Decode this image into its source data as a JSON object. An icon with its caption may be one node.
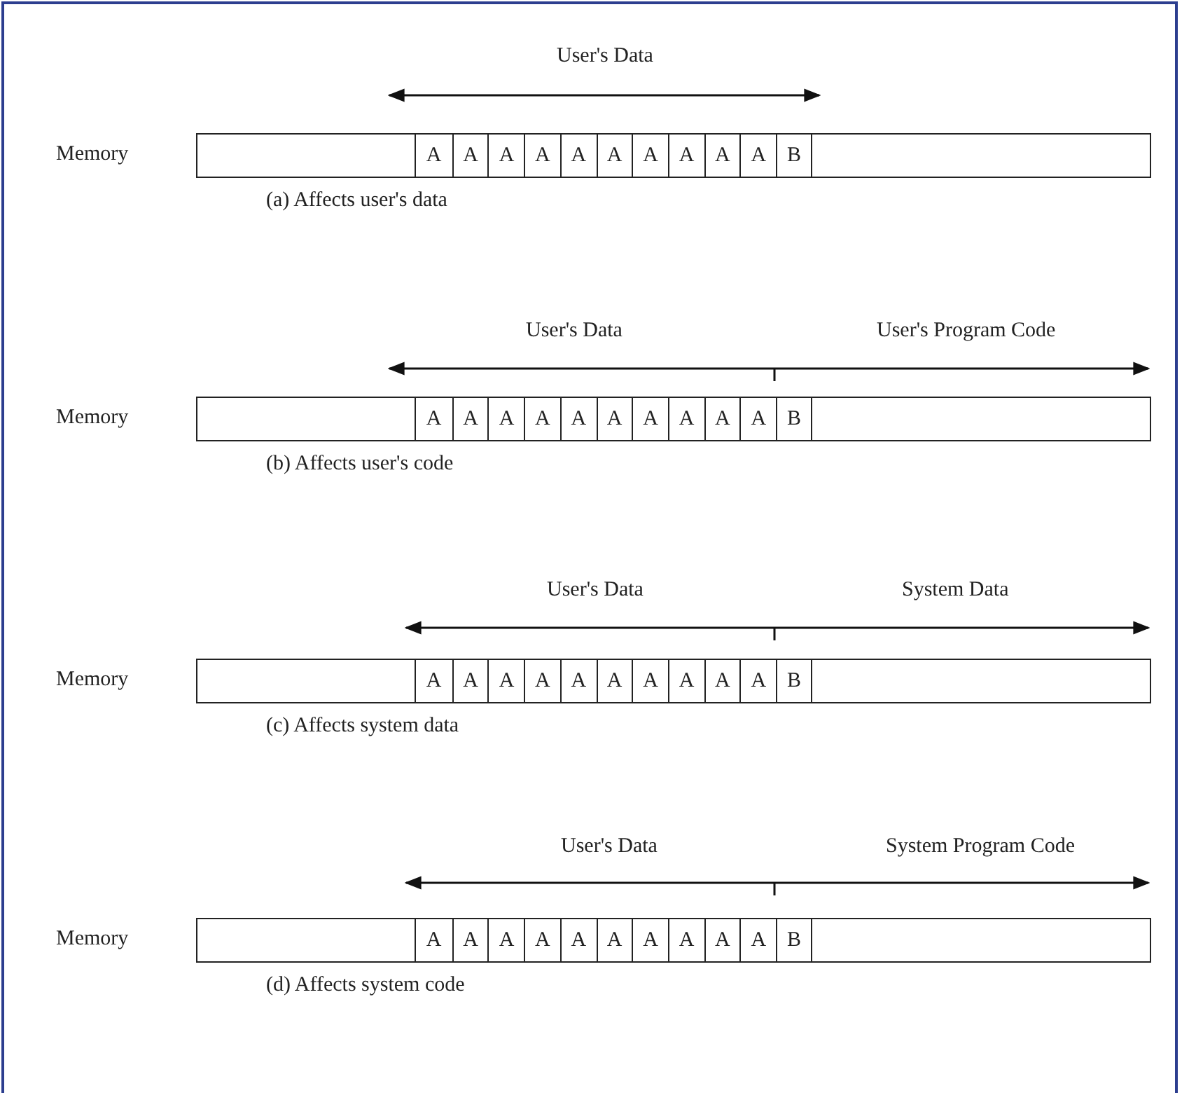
{
  "diagram": {
    "nodes": [
      {
        "text": [],
        "shape": "bar",
        "beside": [
          "Memory"
        ]
      },
      {
        "text": [],
        "shape": "box",
        "in": 0
      },
      {
        "text": [
          "A"
        ],
        "in": 0
      },
      {
        "text": [
          "A"
        ],
        "in": 0
      },
      {
        "text": [
          "A"
        ],
        "in": 0
      },
      {
        "text": [
          "A"
        ],
        "in": 0
      },
      {
        "text": [
          "A"
        ],
        "in": 0
      },
      {
        "text": [
          "A"
        ],
        "in": 0
      },
      {
        "text": [
          "A"
        ],
        "in": 0
      },
      {
        "text": [
          "A"
        ],
        "in": 0
      },
      {
        "text": [
          "A"
        ],
        "in": 0
      },
      {
        "text": [
          "A"
        ],
        "in": 0
      },
      {
        "text": [
          "B"
        ],
        "in": 0
      },
      {
        "text": [],
        "shape": "box",
        "in": 0
      },
      {
        "text": [],
        "shape": "bar",
        "beside": [
          "Memory"
        ]
      },
      {
        "text": [],
        "shape": "box",
        "in": 14
      },
      {
        "text": [
          "A"
        ],
        "in": 14
      },
      {
        "text": [
          "A"
        ],
        "in": 14
      },
      {
        "text": [
          "A"
        ],
        "in": 14
      },
      {
        "text": [
          "A"
        ],
        "in": 14
      },
      {
        "text": [
          "A"
        ],
        "in": 14
      },
      {
        "text": [
          "A"
        ],
        "in": 14
      },
      {
        "text": [
          "A"
        ],
        "in": 14
      },
      {
        "text": [
          "A"
        ],
        "in": 14
      },
      {
        "text": [
          "A"
        ],
        "in": 14
      },
      {
        "text": [
          "A"
        ],
        "in": 14
      },
      {
        "text": [
          "B"
        ],
        "in": 14
      },
      {
        "text": [],
        "shape": "box",
        "in": 14
      },
      {
        "text": [],
        "shape": "bar",
        "beside": [
          "Memory"
        ]
      },
      {
        "text": [],
        "shape": "box",
        "in": 28
      },
      {
        "text": [
          "A"
        ],
        "in": 28
      },
      {
        "text": [
          "A"
        ],
        "in": 28
      },
      {
        "text": [
          "A"
        ],
        "in": 28
      },
      {
        "text": [
          "A"
        ],
        "in": 28
      },
      {
        "text": [
          "A"
        ],
        "in": 28
      },
      {
        "text": [
          "A"
        ],
        "in": 28
      },
      {
        "text": [
          "A"
        ],
        "in": 28
      },
      {
        "text": [
          "A"
        ],
        "in": 28
      },
      {
        "text": [
          "A"
        ],
        "in": 28
      },
      {
        "text": [
          "A"
        ],
        "in": 28
      },
      {
        "text": [
          "B"
        ],
        "in": 28
      },
      {
        "text": [],
        "shape": "box",
        "in": 28
      },
      {
        "text": [],
        "shape": "bar",
        "beside": [
          "Memory"
        ]
      },
      {
        "text": [],
        "shape": "box",
        "in": 42
      },
      {
        "text": [
          "A"
        ],
        "in": 42
      },
      {
        "text": [
          "A"
        ],
        "in": 42
      },
      {
        "text": [
          "A"
        ],
        "in": 42
      },
      {
        "text": [
          "A"
        ],
        "in": 42
      },
      {
        "text": [
          "A"
        ],
        "in": 42
      },
      {
        "text": [
          "A"
        ],
        "in": 42
      },
      {
        "text": [
          "A"
        ],
        "in": 42
      },
      {
        "text": [
          "A"
        ],
        "in": 42
      },
      {
        "text": [
          "A"
        ],
        "in": 42
      },
      {
        "text": [
          "A"
        ],
        "in": 42
      },
      {
        "text": [
          "B"
        ],
        "in": 42
      },
      {
        "text": [],
        "shape": "box",
        "in": 42
      }
    ],
    "labels": [
      "User's Data",
      "(a) Affects user's data",
      "User's Data",
      "User's Program Code",
      "(b) Affects user's code",
      "User's Data",
      "System Data",
      "(c) Affects system data",
      "User's Data",
      "System Program Code",
      "(d) Affects system code"
    ]
  }
}
